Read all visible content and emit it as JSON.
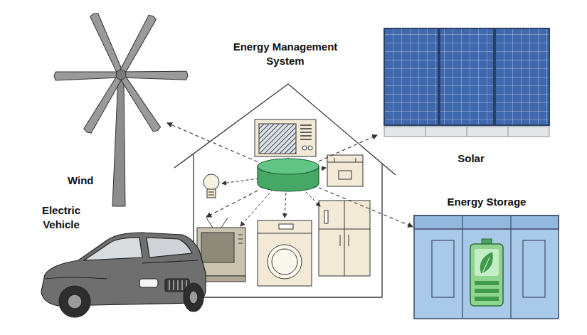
{
  "diagram": {
    "nodes": [
      {
        "text": [
          "Energy Management System"
        ]
      },
      {
        "text": [
          "Wind"
        ]
      },
      {
        "text": [
          "Solar"
        ]
      },
      {
        "text": [
          "Electric Vehicle"
        ]
      },
      {
        "text": [
          "Energy Storage"
        ]
      }
    ],
    "edges": [
      {
        "from": 0,
        "to": 1,
        "arrow": "to"
      },
      {
        "from": 0,
        "to": 2,
        "arrow": "to"
      },
      {
        "from": 0,
        "to": 3,
        "arrow": "to"
      },
      {
        "from": 0,
        "to": 4,
        "arrow": "to"
      }
    ]
  }
}
